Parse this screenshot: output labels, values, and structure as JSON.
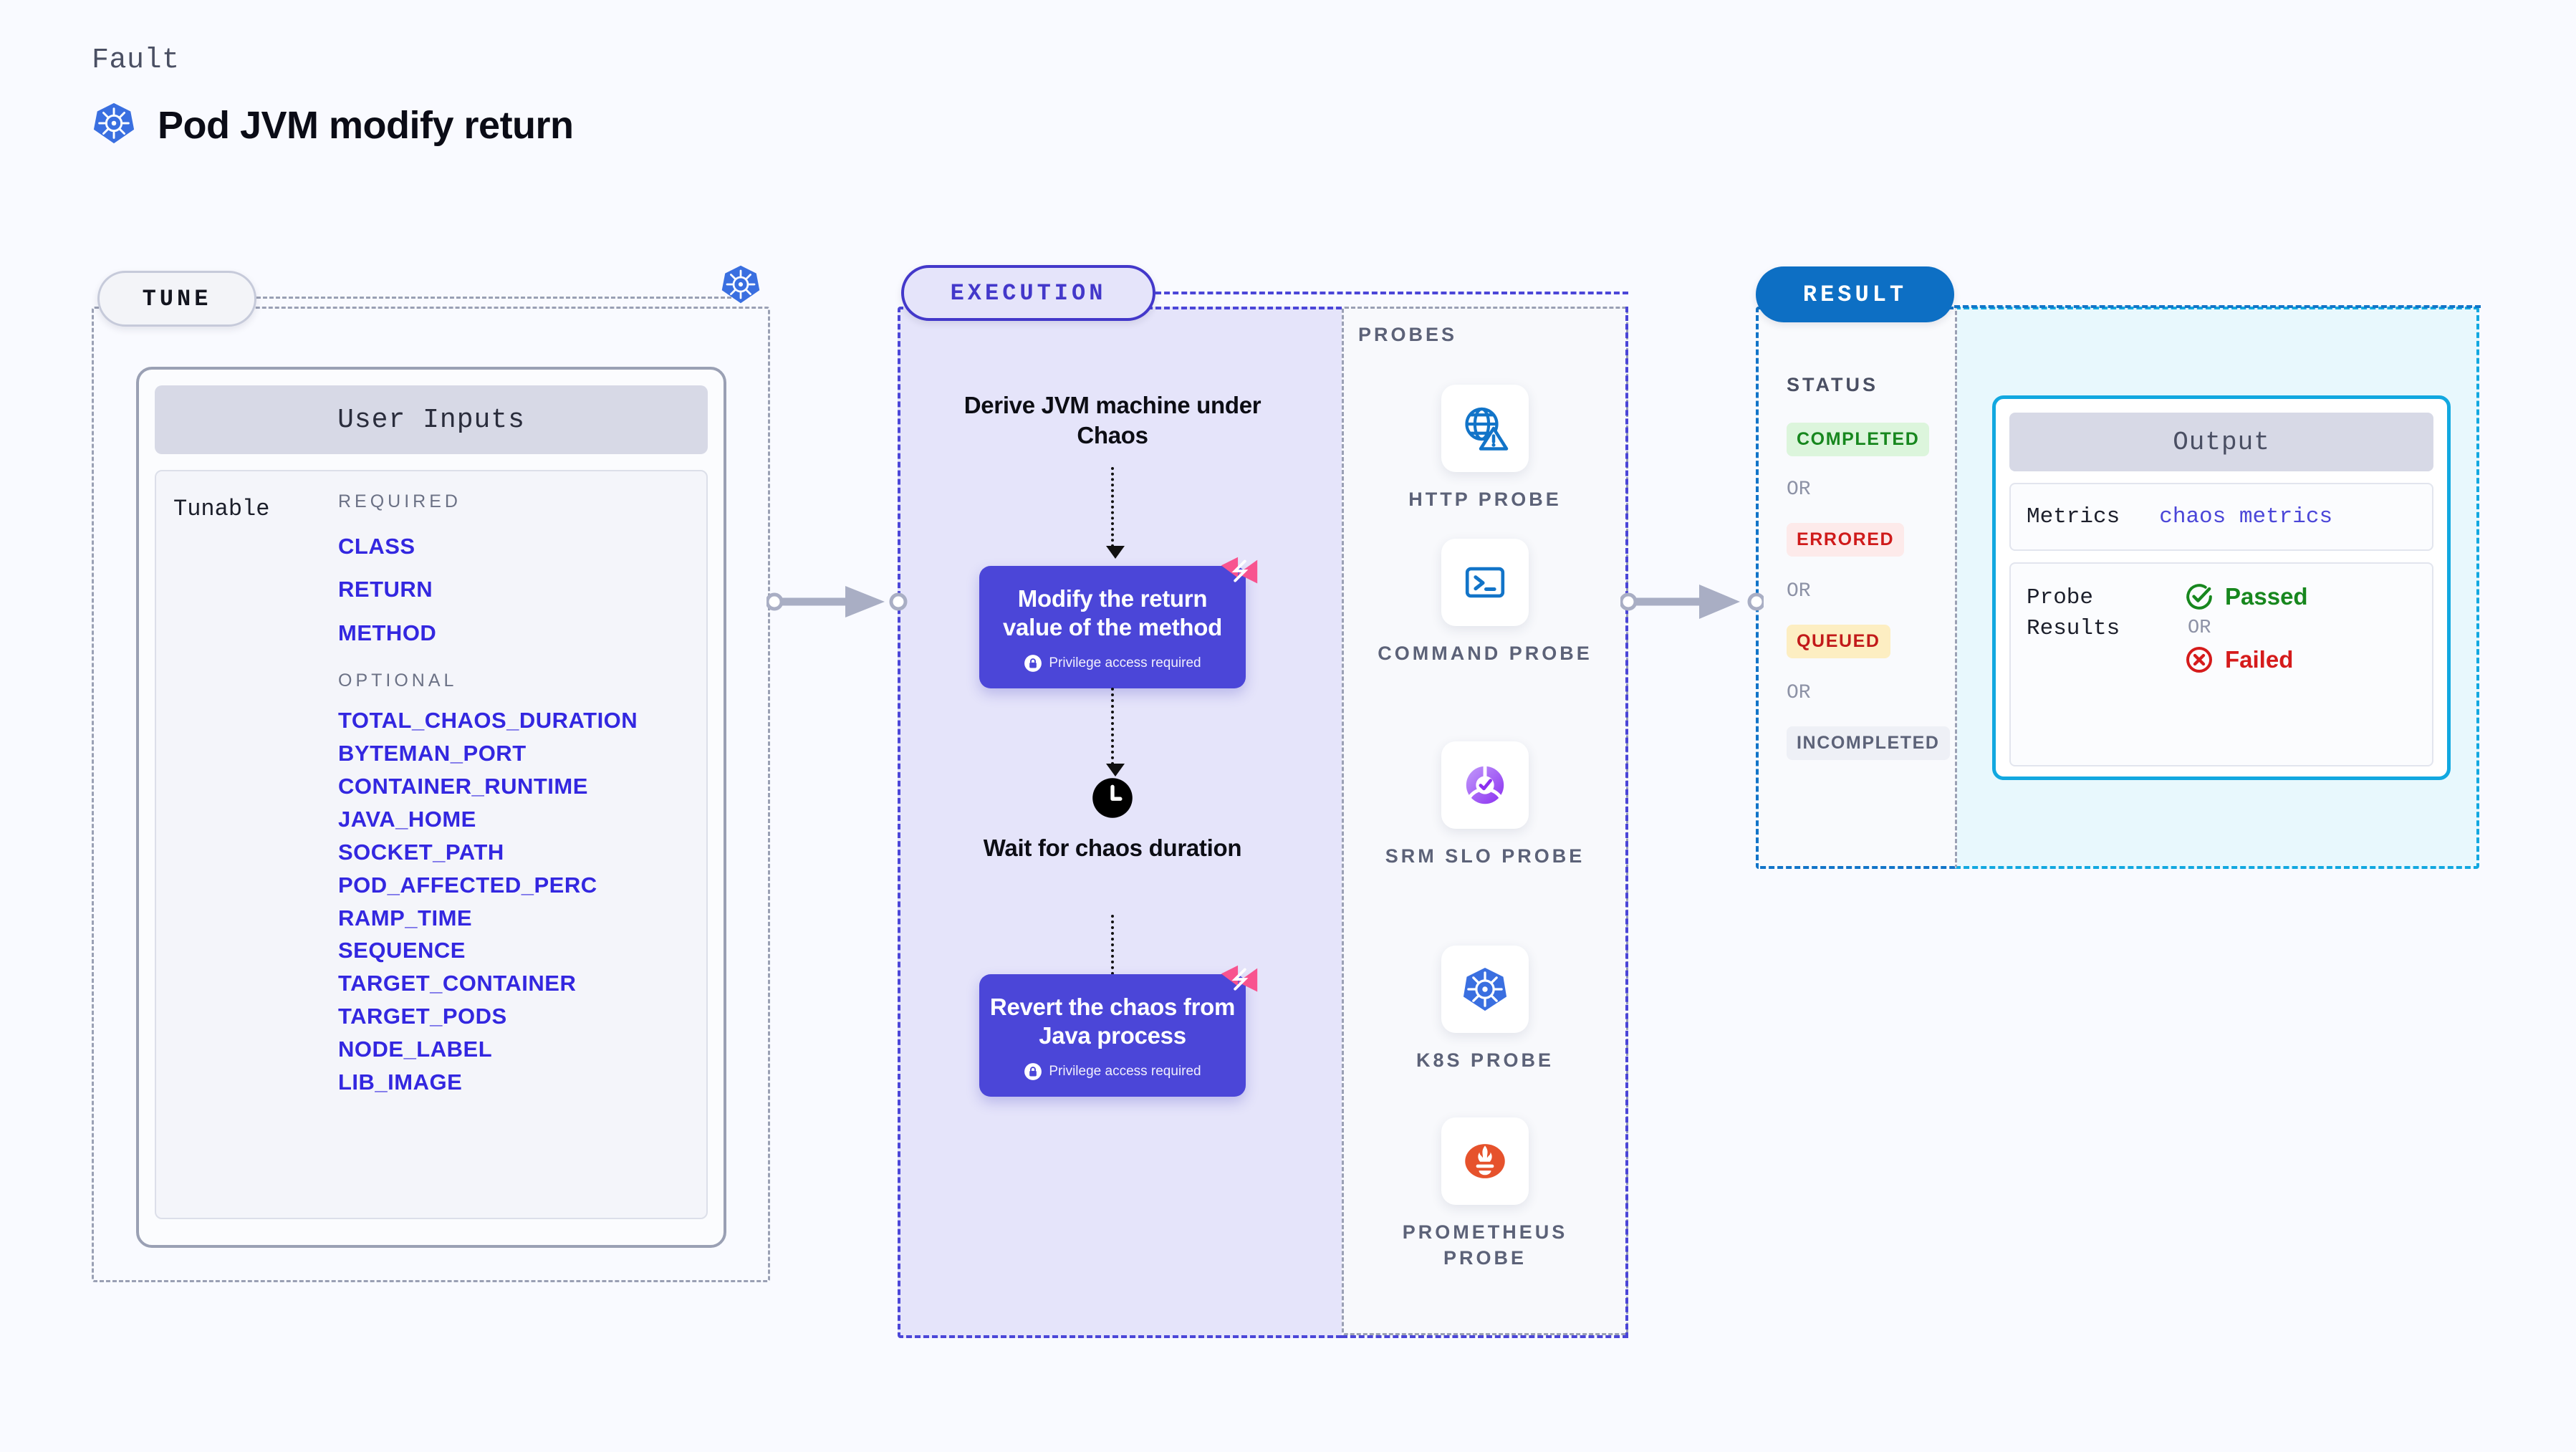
{
  "header": {
    "eyebrow": "Fault",
    "title": "Pod JVM modify return",
    "icon": "kubernetes-icon"
  },
  "tune": {
    "badge": "TUNE",
    "card_title": "User Inputs",
    "tunable_label": "Tunable",
    "required_title": "REQUIRED",
    "required": [
      "CLASS",
      "RETURN",
      "METHOD"
    ],
    "optional_title": "OPTIONAL",
    "optional": [
      "TOTAL_CHAOS_DURATION",
      "BYTEMAN_PORT",
      "CONTAINER_RUNTIME",
      "JAVA_HOME",
      "SOCKET_PATH",
      "POD_AFFECTED_PERC",
      "RAMP_TIME",
      "SEQUENCE",
      "TARGET_CONTAINER",
      "TARGET_PODS",
      "NODE_LABEL",
      "LIB_IMAGE"
    ]
  },
  "execution": {
    "badge": "EXECUTION",
    "step1": "Derive JVM machine under Chaos",
    "step2_title": "Modify the return value of the method",
    "step2_note": "Privilege access required",
    "step3": "Wait for chaos duration",
    "step4_title": "Revert the chaos from Java process",
    "step4_note": "Privilege access required"
  },
  "probes": {
    "title": "PROBES",
    "items": [
      {
        "label": "HTTP PROBE",
        "icon": "globe-warning-icon"
      },
      {
        "label": "COMMAND PROBE",
        "icon": "terminal-icon"
      },
      {
        "label": "SRM SLO PROBE",
        "icon": "slo-donut-check-icon"
      },
      {
        "label": "K8S PROBE",
        "icon": "kubernetes-icon"
      },
      {
        "label": "PROMETHEUS PROBE",
        "icon": "prometheus-icon"
      }
    ]
  },
  "result": {
    "badge": "RESULT",
    "status_title": "STATUS",
    "or": "OR",
    "statuses": [
      {
        "label": "COMPLETED",
        "bg": "#dcf5dc",
        "fg": "#17871e"
      },
      {
        "label": "ERRORED",
        "bg": "#fdeaea",
        "fg": "#cf1a1a"
      },
      {
        "label": "QUEUED",
        "bg": "#fdeec2",
        "fg": "#c21a1a"
      },
      {
        "label": "INCOMPLETED",
        "bg": "#eef0f6",
        "fg": "#5c6278"
      }
    ],
    "output": {
      "title": "Output",
      "metrics_label": "Metrics",
      "metrics_value": "chaos metrics",
      "probe_results_label": "Probe Results",
      "passed": "Passed",
      "failed": "Failed",
      "or": "OR"
    }
  },
  "colors": {
    "page_bg": "#f9faff",
    "accent_indigo": "#4b46d8",
    "accent_blue": "#1274c8",
    "accent_cyan": "#12a8e0",
    "param_blue": "#3327e0",
    "litmus_pink": "#f8548f",
    "pass_green": "#17871e",
    "fail_red": "#d51b1b"
  }
}
